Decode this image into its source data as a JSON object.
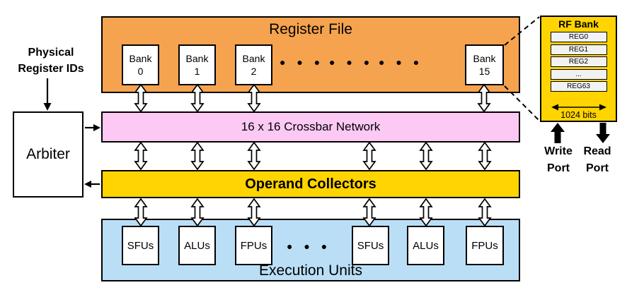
{
  "register_file": {
    "title": "Register File",
    "banks": [
      {
        "name": "Bank",
        "number": "0"
      },
      {
        "name": "Bank",
        "number": "1"
      },
      {
        "name": "Bank",
        "number": "2"
      },
      {
        "name": "Bank",
        "number": "15"
      }
    ],
    "dots": "● ● ●"
  },
  "crossbar": {
    "label": "16 x 16 Crossbar Network"
  },
  "operand_collectors": {
    "label": "Operand Collectors"
  },
  "execution_units": {
    "title": "Execution Units",
    "units": [
      "SFUs",
      "ALUs",
      "FPUs",
      "SFUs",
      "ALUs",
      "FPUs"
    ],
    "dots": "● ● ●"
  },
  "arbiter": {
    "label": "Arbiter"
  },
  "physical_register_ids": {
    "line1": "Physical",
    "line2": "Register IDs"
  },
  "rf_bank": {
    "title": "RF Bank",
    "rows": [
      "REG0",
      "REG1",
      "REG2",
      "...",
      "REG63"
    ],
    "width_label": "1024 bits"
  },
  "write_port": {
    "line1": "Write",
    "line2": "Port"
  },
  "read_port": {
    "line1": "Read",
    "line2": "Port"
  },
  "colors": {
    "rf_orange": "#F5A34F",
    "xbar_pink": "#FBC9F3",
    "oc_gold": "#FFD400",
    "eu_blue": "#BADEF6",
    "row_gray": "#F2F2F2"
  }
}
